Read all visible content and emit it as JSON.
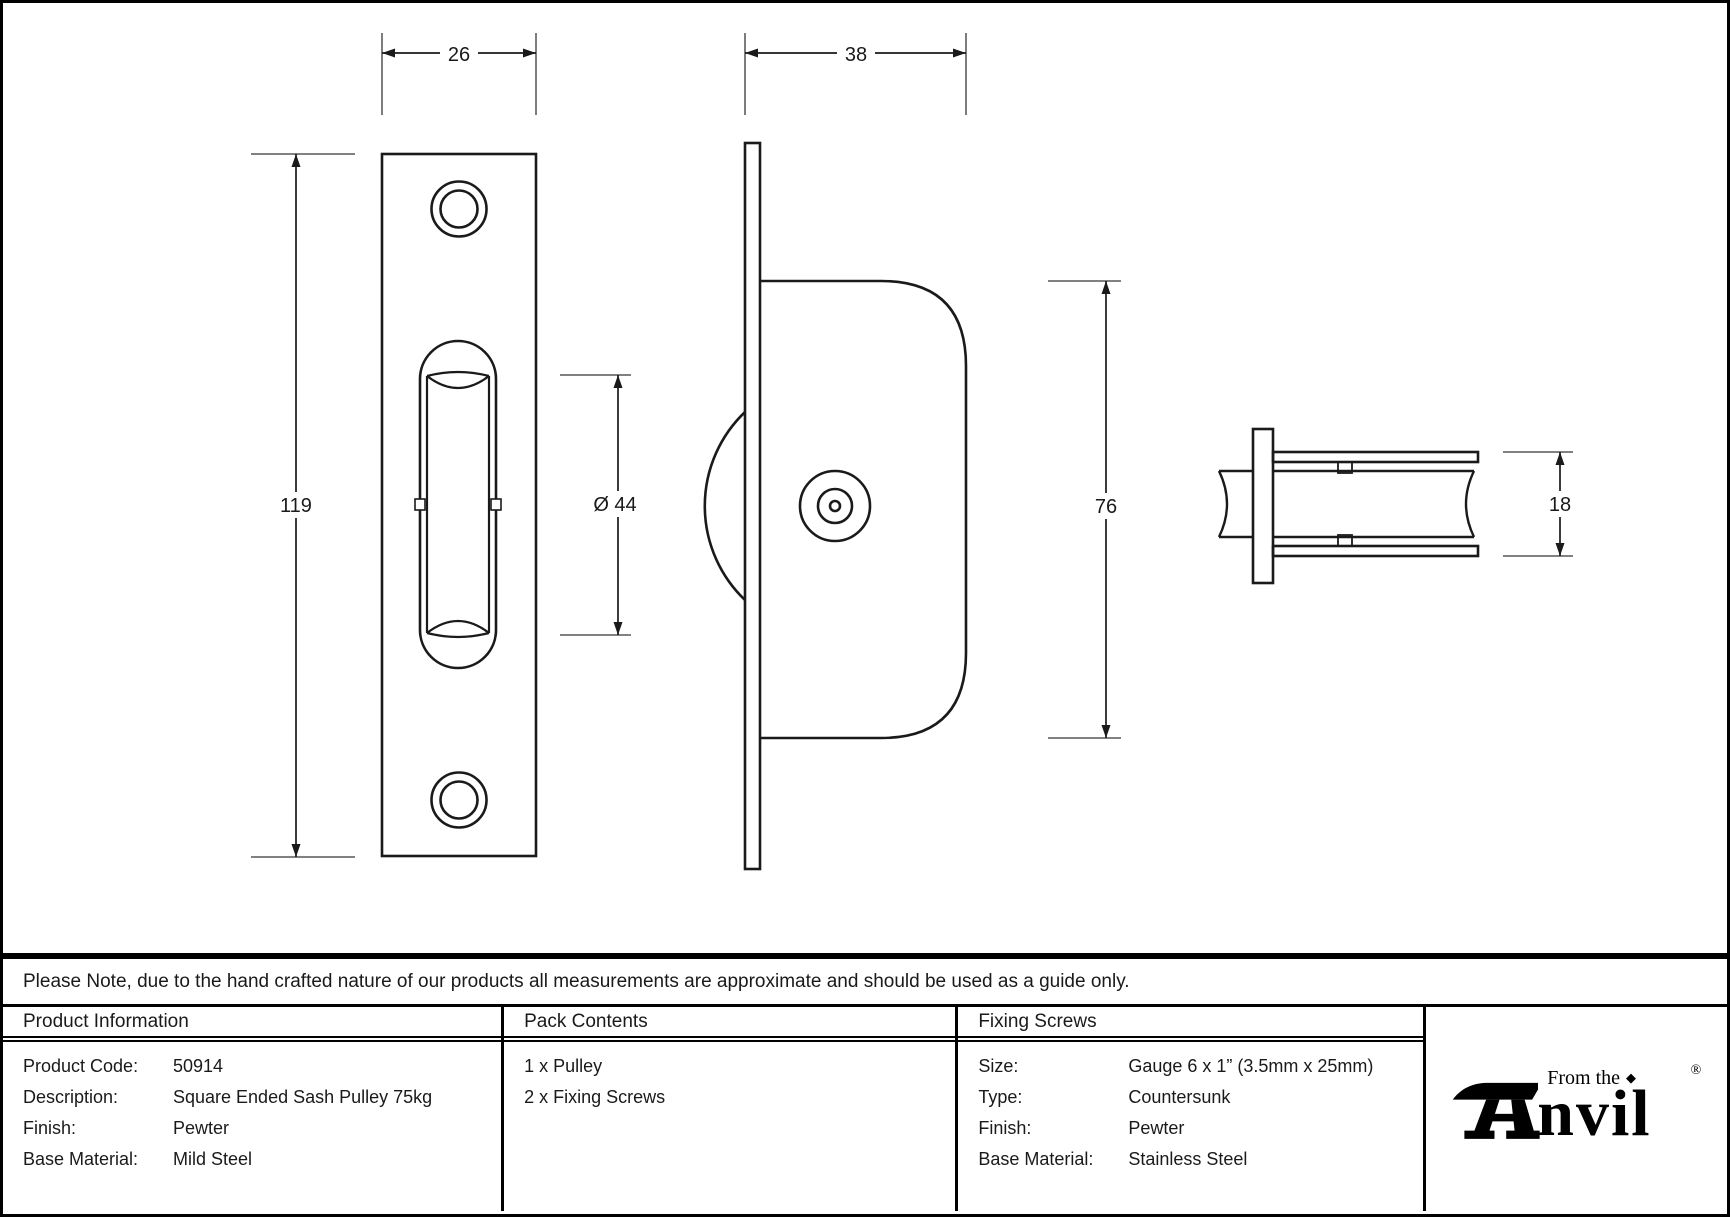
{
  "drawing": {
    "dimensions": {
      "plate_width": "26",
      "overall_depth": "38",
      "plate_height": "119",
      "wheel_diameter": "Ø 44",
      "housing_height": "76",
      "case_width": "18"
    }
  },
  "note": "Please Note, due to the hand crafted nature of our products all measurements are approximate and should be used as a guide only.",
  "table": {
    "product_information": {
      "header": "Product Information",
      "rows": [
        {
          "label": "Product Code:",
          "value": "50914"
        },
        {
          "label": "Description:",
          "value": "Square Ended Sash Pulley 75kg"
        },
        {
          "label": "Finish:",
          "value": "Pewter"
        },
        {
          "label": "Base Material:",
          "value": "Mild Steel"
        }
      ]
    },
    "pack_contents": {
      "header": "Pack Contents",
      "items": [
        "1 x Pulley",
        "2 x Fixing Screws"
      ]
    },
    "fixing_screws": {
      "header": "Fixing Screws",
      "rows": [
        {
          "label": "Size:",
          "value": "Gauge 6 x 1” (3.5mm x 25mm)"
        },
        {
          "label": "Type:",
          "value": "Countersunk"
        },
        {
          "label": "Finish:",
          "value": "Pewter"
        },
        {
          "label": "Base Material:",
          "value": "Stainless Steel"
        }
      ]
    }
  },
  "logo": {
    "prefix": "From the",
    "diamond": "◆",
    "word": "nvil",
    "registered": "®"
  }
}
